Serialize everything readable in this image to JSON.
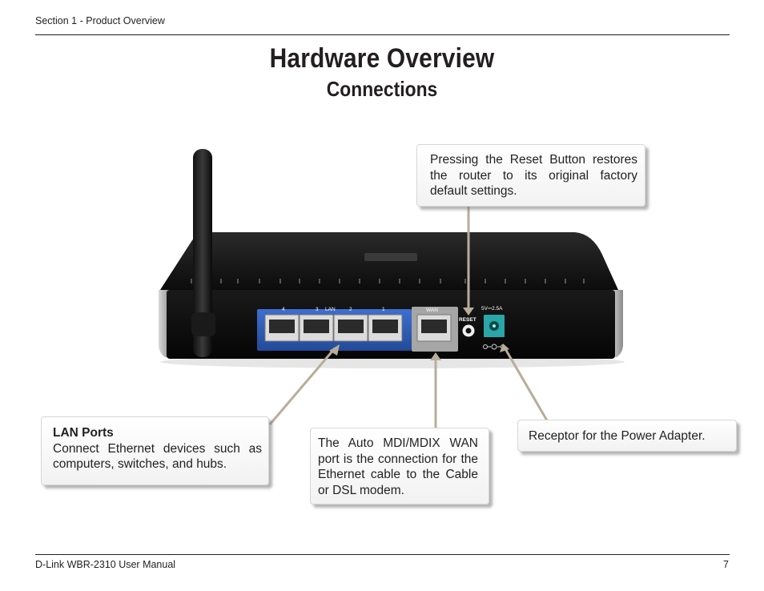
{
  "header": {
    "section": "Section 1 - Product Overview"
  },
  "title": "Hardware Overview",
  "subtitle": "Connections",
  "router_labels": {
    "lan_port_numbers": [
      "4",
      "3",
      "2",
      "1"
    ],
    "lan": "LAN",
    "wan": "WAN",
    "reset": "RESET",
    "power_rating": "5V⎓2.5A"
  },
  "callouts": {
    "reset": "Pressing the Reset Button restores the router to its original factory default settings.",
    "lan_title": "LAN Ports",
    "lan_body": "Connect Ethernet devices such as computers, switches, and hubs.",
    "wan": "The Auto MDI/MDIX WAN port is the connection for the Ethernet cable to the Cable or DSL modem.",
    "power": "Receptor for the Power Adapter."
  },
  "footer": {
    "manual": "D-Link WBR-2310 User Manual",
    "page": "7"
  },
  "colors": {
    "lan_panel": "#2f5fb8",
    "wan_panel": "#a8a8a8",
    "power_jack": "#2aa5a8",
    "leader": "#b8ad9a"
  }
}
